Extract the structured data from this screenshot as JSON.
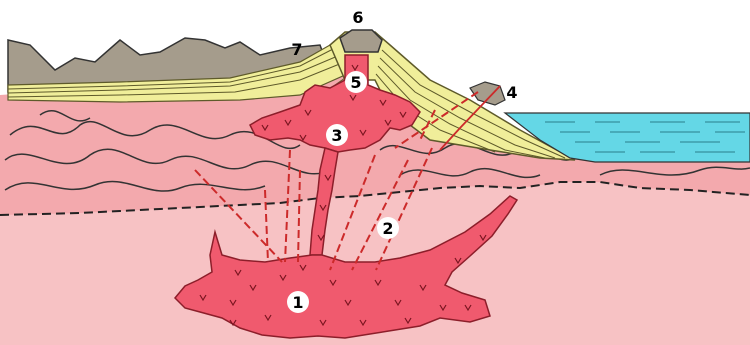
{
  "labels": {
    "l1": "1",
    "l2": "2",
    "l3": "3",
    "l4": "4",
    "l5": "5",
    "l6": "6",
    "l7": "7"
  },
  "colors": {
    "magma": "#f05a6e",
    "magma_outline": "#8c1e2a",
    "crust_upper": "#f3a9ad",
    "crust_lower": "#f7c2c4",
    "strata_yellow": "#f0ee9a",
    "strata_line": "#5e5a2a",
    "mountain_grey": "#a59c8c",
    "water": "#64d7e6",
    "dyke_red": "#cc2a2a"
  }
}
